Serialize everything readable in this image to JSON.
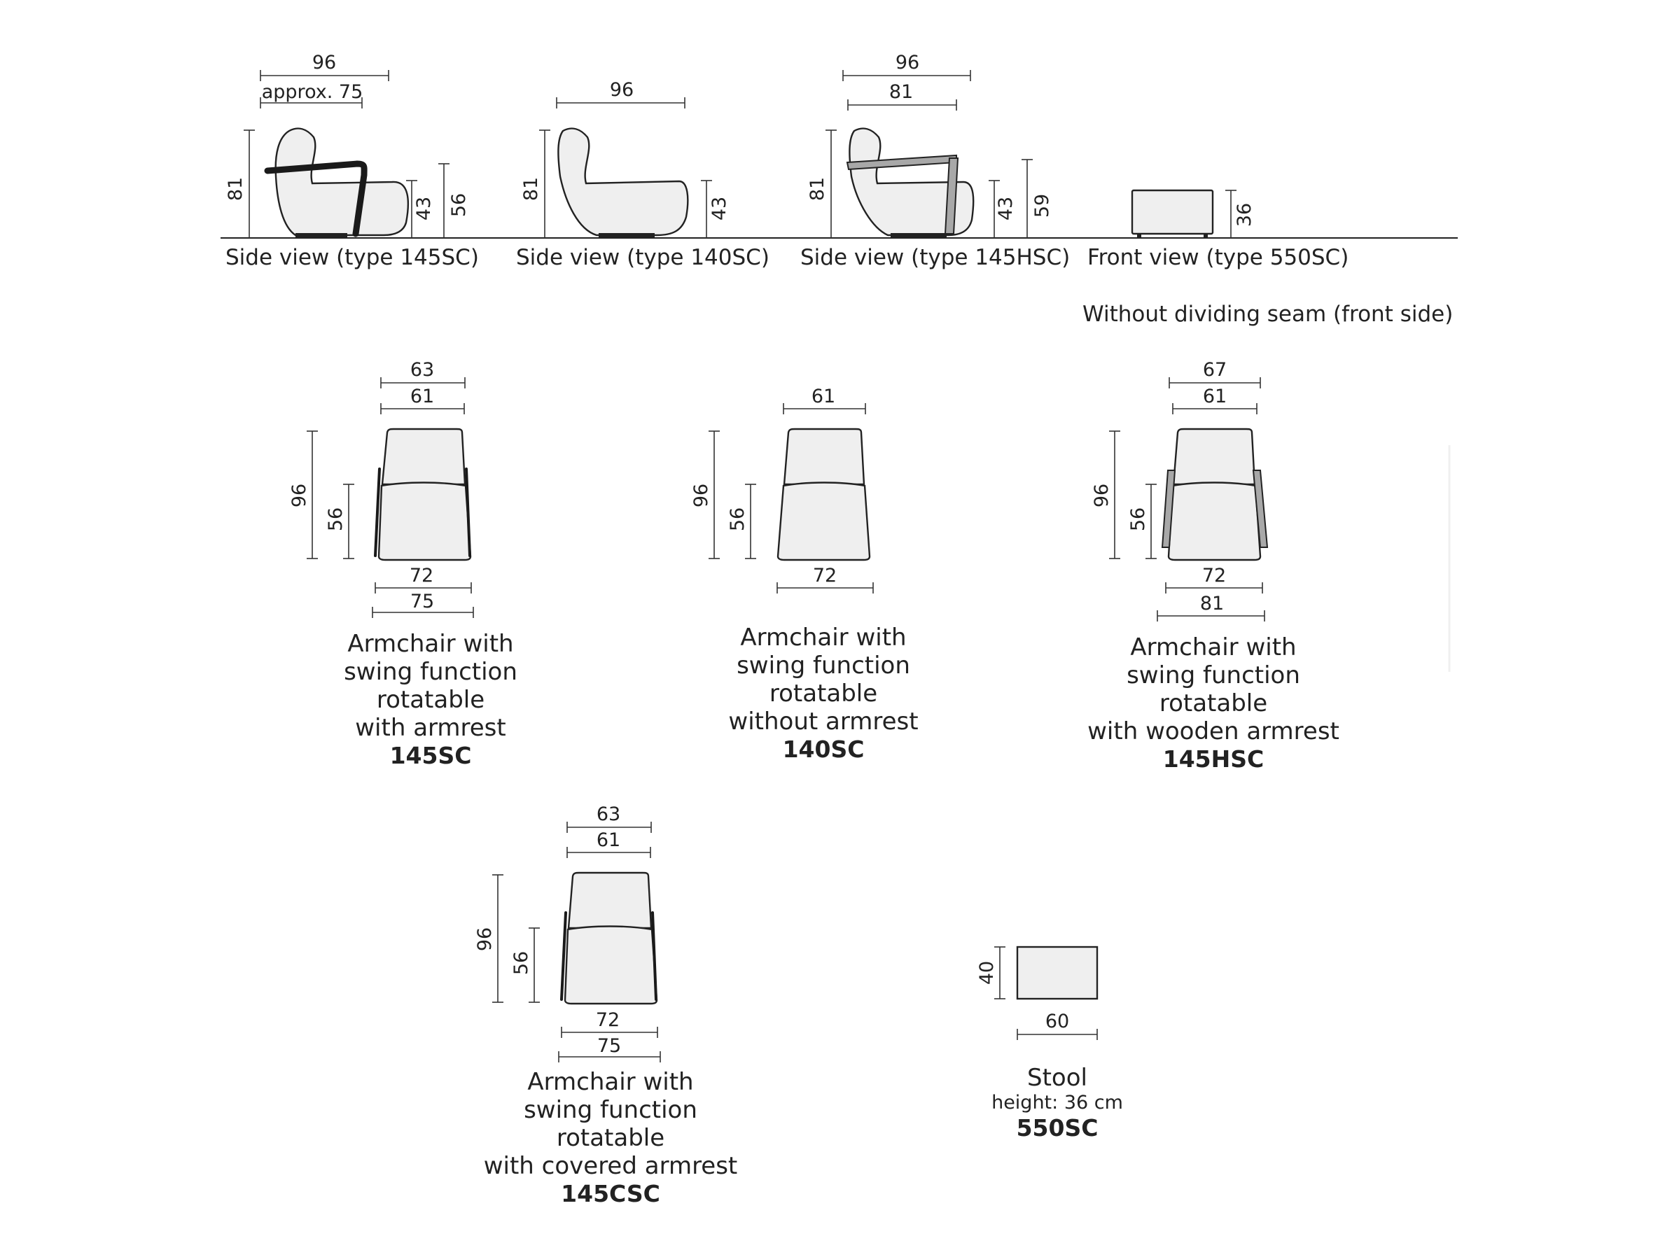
{
  "side_views": [
    {
      "label": "Side view (type 145SC)",
      "depth": "96",
      "seat_depth": "approx. 75",
      "height": "81",
      "seat_height": "43",
      "arm_height": "56"
    },
    {
      "label": "Side view (type 140SC)",
      "depth": "96",
      "height": "81",
      "seat_height": "43"
    },
    {
      "label": "Side view (type 145HSC)",
      "depth": "96",
      "seat_depth": "81",
      "height": "81",
      "seat_height": "43",
      "arm_height": "59"
    },
    {
      "label": "Front view (type 550SC)",
      "height": "36"
    }
  ],
  "front_view_note": "Without dividing seam (front side)",
  "models": [
    {
      "top_outer": "63",
      "top_inner": "61",
      "depth": "96",
      "seat_depth": "56",
      "bottom_inner": "72",
      "bottom_outer": "75",
      "caption": [
        "Armchair with",
        "swing function",
        "rotatable",
        "with armrest"
      ],
      "code": "145SC"
    },
    {
      "top_inner": "61",
      "depth": "96",
      "seat_depth": "56",
      "bottom_inner": "72",
      "caption": [
        "Armchair with",
        "swing function",
        "rotatable",
        "without armrest"
      ],
      "code": "140SC"
    },
    {
      "top_outer": "67",
      "top_inner": "61",
      "depth": "96",
      "seat_depth": "56",
      "bottom_inner": "72",
      "bottom_outer": "81",
      "caption": [
        "Armchair with",
        "swing function",
        "rotatable",
        "with wooden armrest"
      ],
      "code": "145HSC"
    },
    {
      "top_outer": "63",
      "top_inner": "61",
      "depth": "96",
      "seat_depth": "56",
      "bottom_inner": "72",
      "bottom_outer": "75",
      "caption": [
        "Armchair with",
        "swing function",
        "rotatable",
        "with covered armrest"
      ],
      "code": "145CSC"
    }
  ],
  "stool": {
    "depth": "40",
    "width": "60",
    "caption": "Stool",
    "subcaption": "height: 36 cm",
    "code": "550SC"
  }
}
